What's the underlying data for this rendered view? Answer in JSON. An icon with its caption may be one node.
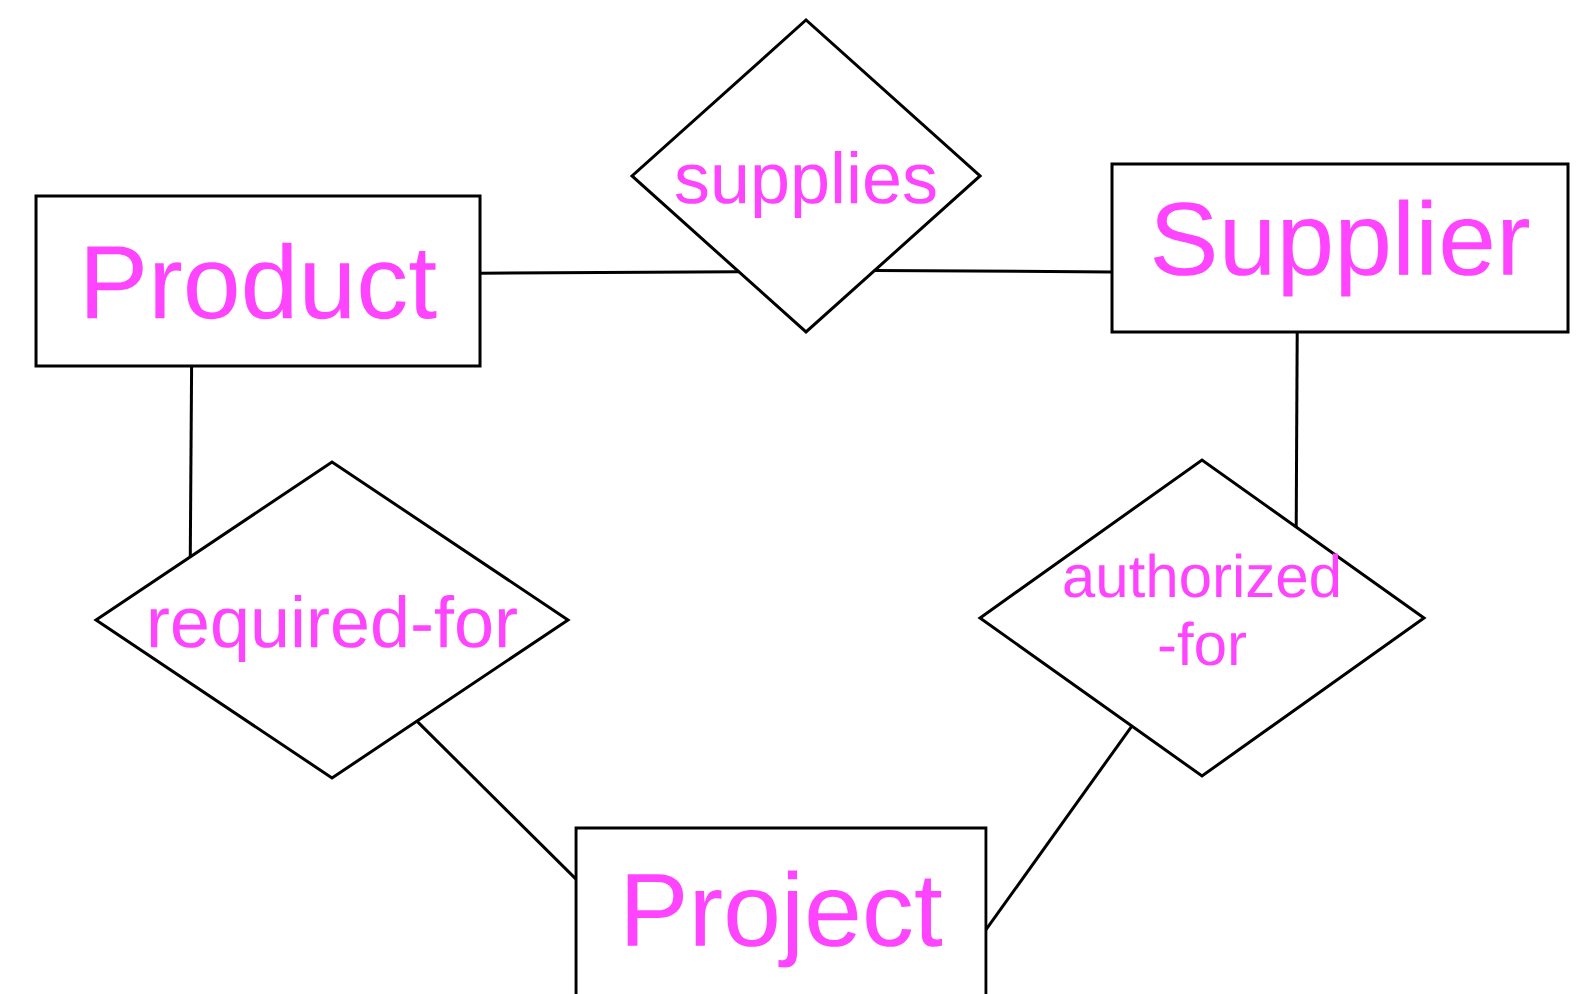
{
  "diagram": {
    "nodes": [
      {
        "text": [
          "Product"
        ]
      },
      {
        "text": [
          "supplies"
        ]
      },
      {
        "text": [
          "Supplier"
        ]
      },
      {
        "text": [
          "required-for"
        ]
      },
      {
        "text": [
          "authorized -for"
        ]
      },
      {
        "text": [
          "Project"
        ]
      }
    ],
    "edges": [
      {
        "from": 0,
        "to": 1,
        "arrow": "none"
      },
      {
        "from": 1,
        "to": 2,
        "arrow": "none"
      },
      {
        "from": 0,
        "to": 3,
        "arrow": "none"
      },
      {
        "from": 2,
        "to": 4,
        "arrow": "none"
      },
      {
        "from": 3,
        "to": 5,
        "arrow": "none"
      },
      {
        "from": 4,
        "to": 5,
        "arrow": "none"
      }
    ]
  }
}
